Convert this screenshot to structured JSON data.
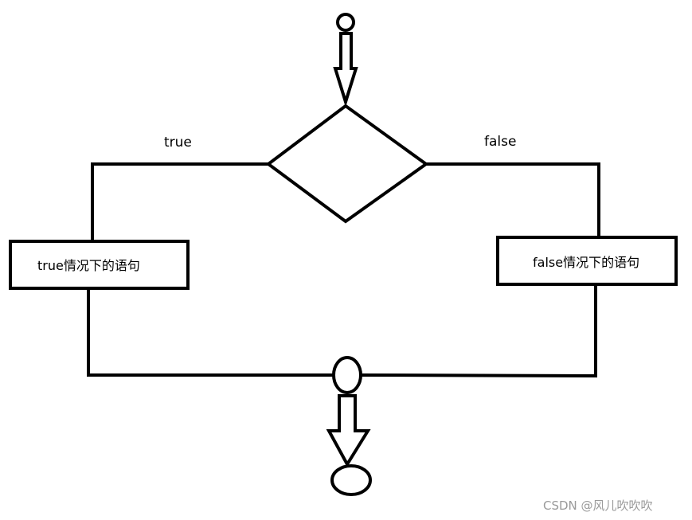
{
  "diagram": {
    "branch_true_label": "true",
    "branch_false_label": "false",
    "true_box_label": "true情况下的语句",
    "false_box_label": "false情况下的语句",
    "watermark": "CSDN @风儿吹吹吹"
  },
  "colors": {
    "stroke": "#000000",
    "watermark": "#9a9a9a",
    "background": "#ffffff"
  }
}
